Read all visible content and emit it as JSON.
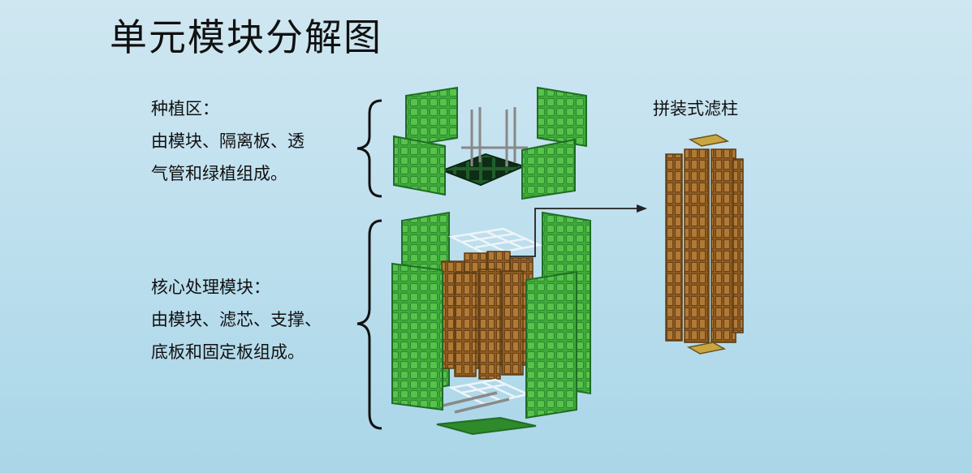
{
  "title": "单元模块分解图",
  "planting": {
    "heading": "种植区：",
    "lines": [
      "由模块、隔离板、透",
      "气管和绿植组成。"
    ]
  },
  "core": {
    "heading": "核心处理模块：",
    "lines": [
      "由模块、滤芯、支撑、",
      "底板和固定板组成。"
    ]
  },
  "filter_label": "拼装式滤柱",
  "colors": {
    "background": "#bfe0ee",
    "module_green": "#3fa83a",
    "module_dark": "#1e6e24",
    "filter_brown": "#8a5a22",
    "arrow": "#222222"
  }
}
